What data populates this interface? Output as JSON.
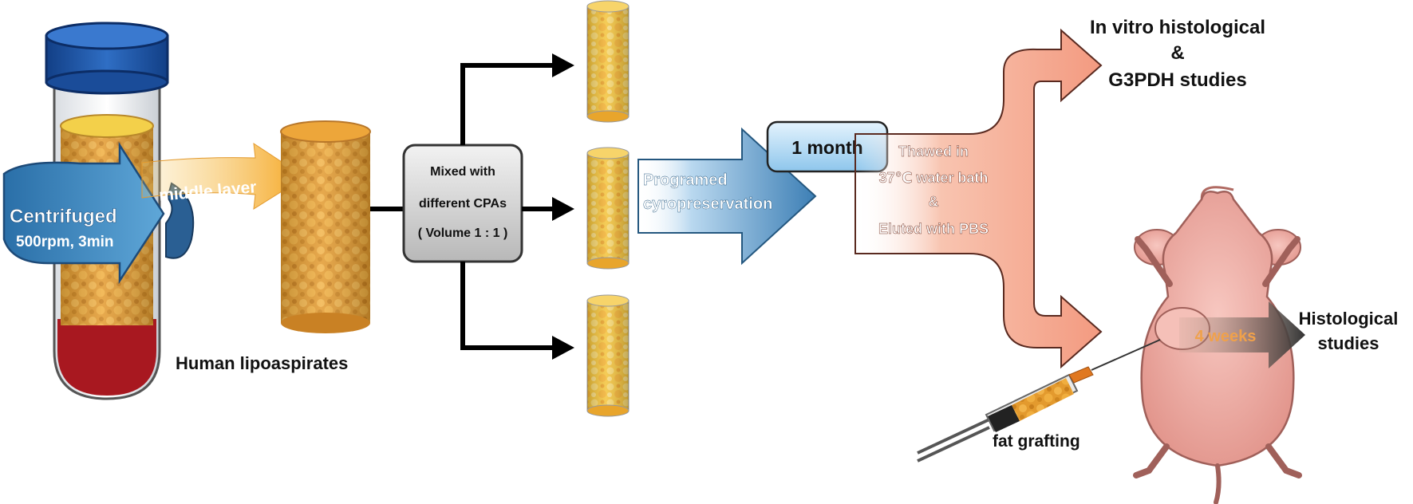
{
  "tube": {
    "spin_label_main": "Centrifuged",
    "spin_label_sub": "500rpm, 3min",
    "layer_label": "middle layer"
  },
  "lipoaspirate": {
    "caption": "Human lipoaspirates"
  },
  "mix_box": {
    "line1": "Mixed with",
    "line2": "different CPAs",
    "line3": "( Volume  1 : 1 )"
  },
  "freeze": {
    "line1": "Programed",
    "line2": "cyropreservation"
  },
  "duration": {
    "label": "1 month"
  },
  "thaw": {
    "line1": "Thawed in",
    "line2": "37℃ water bath",
    "line3": "&",
    "line4": "Eluted with PBS"
  },
  "outcome_in_vitro": {
    "line1": "In vitro histological",
    "line2": "&",
    "line3": "G3PDH studies"
  },
  "mouse": {
    "graft_label": "fat grafting",
    "time_label": "4 weeks"
  },
  "outcome_in_vivo": {
    "line1": "Histological",
    "line2": "studies"
  },
  "colors": {
    "cap": "#1e56a8",
    "fat": "#e8a23a",
    "blood": "#a81820",
    "blue_arrow": "#3d7fb5",
    "salmon": "#f4a58a",
    "mouse": "#f2b5ae",
    "orange_text": "#f0a14a"
  }
}
